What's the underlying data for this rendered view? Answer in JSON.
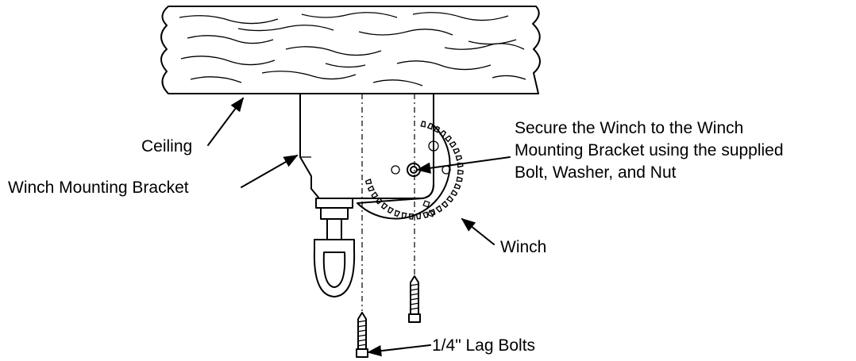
{
  "labels": {
    "ceiling": "Ceiling",
    "bracket": "Winch Mounting Bracket",
    "secure_line1": "Secure the Winch to the Winch",
    "secure_line2": "Mounting Bracket using the supplied",
    "secure_line3": "Bolt, Washer, and Nut",
    "winch": "Winch",
    "lag_bolts": "1/4\" Lag Bolts"
  },
  "icons": [
    "ceiling-beam-icon",
    "winch-bracket-icon",
    "winch-gear-icon",
    "shackle-icon",
    "lag-bolt-icon"
  ]
}
